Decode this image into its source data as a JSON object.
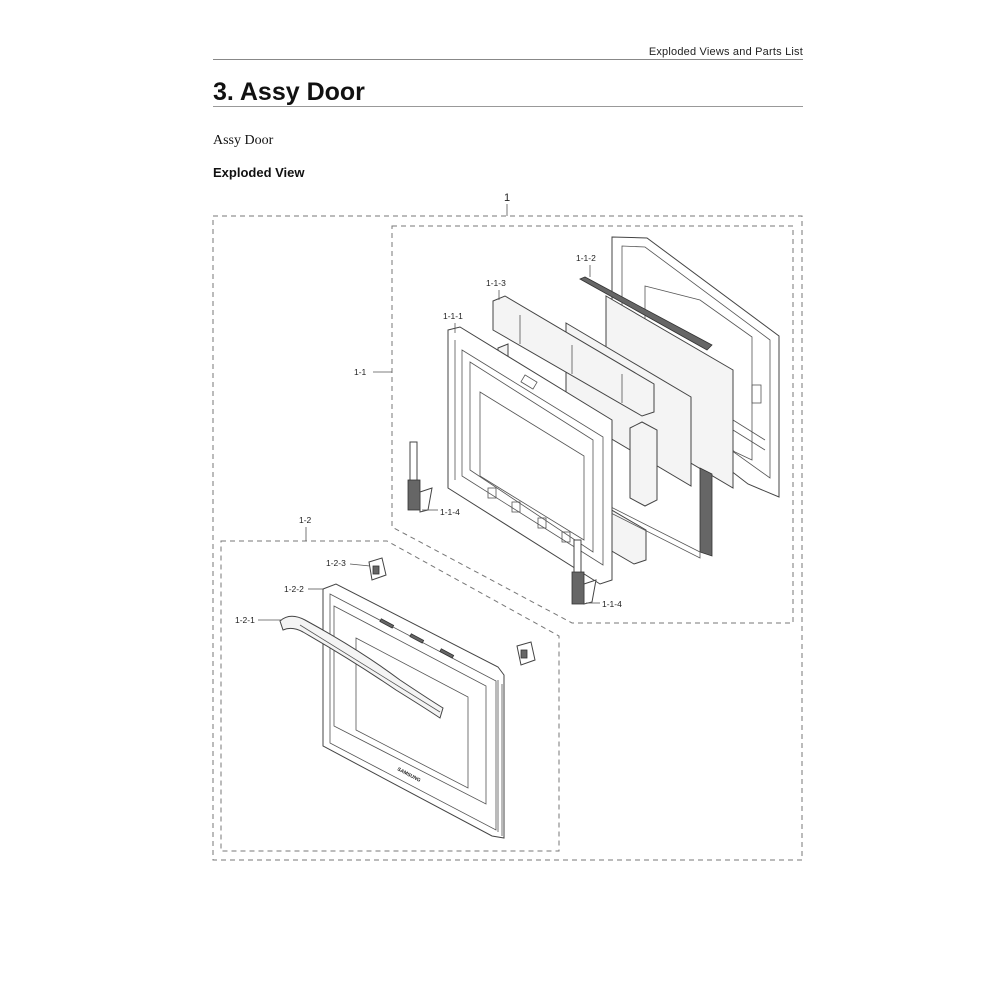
{
  "page": {
    "running_head": "Exploded Views and Parts List",
    "section_title": "3.  Assy Door",
    "subtitle": "Assy Door",
    "view_heading": "Exploded View"
  },
  "callouts": {
    "assy": "1",
    "inner_door": "1-1",
    "frame": "1-1-1",
    "bracket": "1-1-2",
    "glass_inner": "1-1-3",
    "hinge_left": "1-1-4",
    "hinge_right": "1-1-4",
    "outer_door": "1-2",
    "handle": "1-2-1",
    "outer_panel": "1-2-2",
    "cap": "1-2-3"
  },
  "brand_mark": "SAMSUNG"
}
